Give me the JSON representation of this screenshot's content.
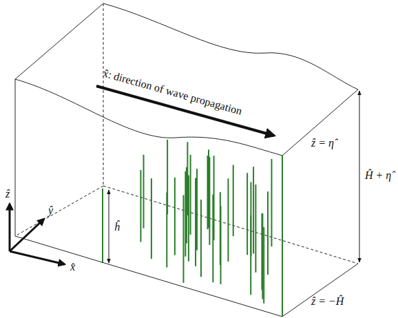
{
  "diagram": {
    "labels": [
      "x̂: direction of wave propagation",
      "ẑ = η̂",
      "Ĥ + η̂",
      "ĥ",
      "ẑ = −Ĥ",
      "ẑ",
      "ŷ",
      "x̂"
    ]
  }
}
